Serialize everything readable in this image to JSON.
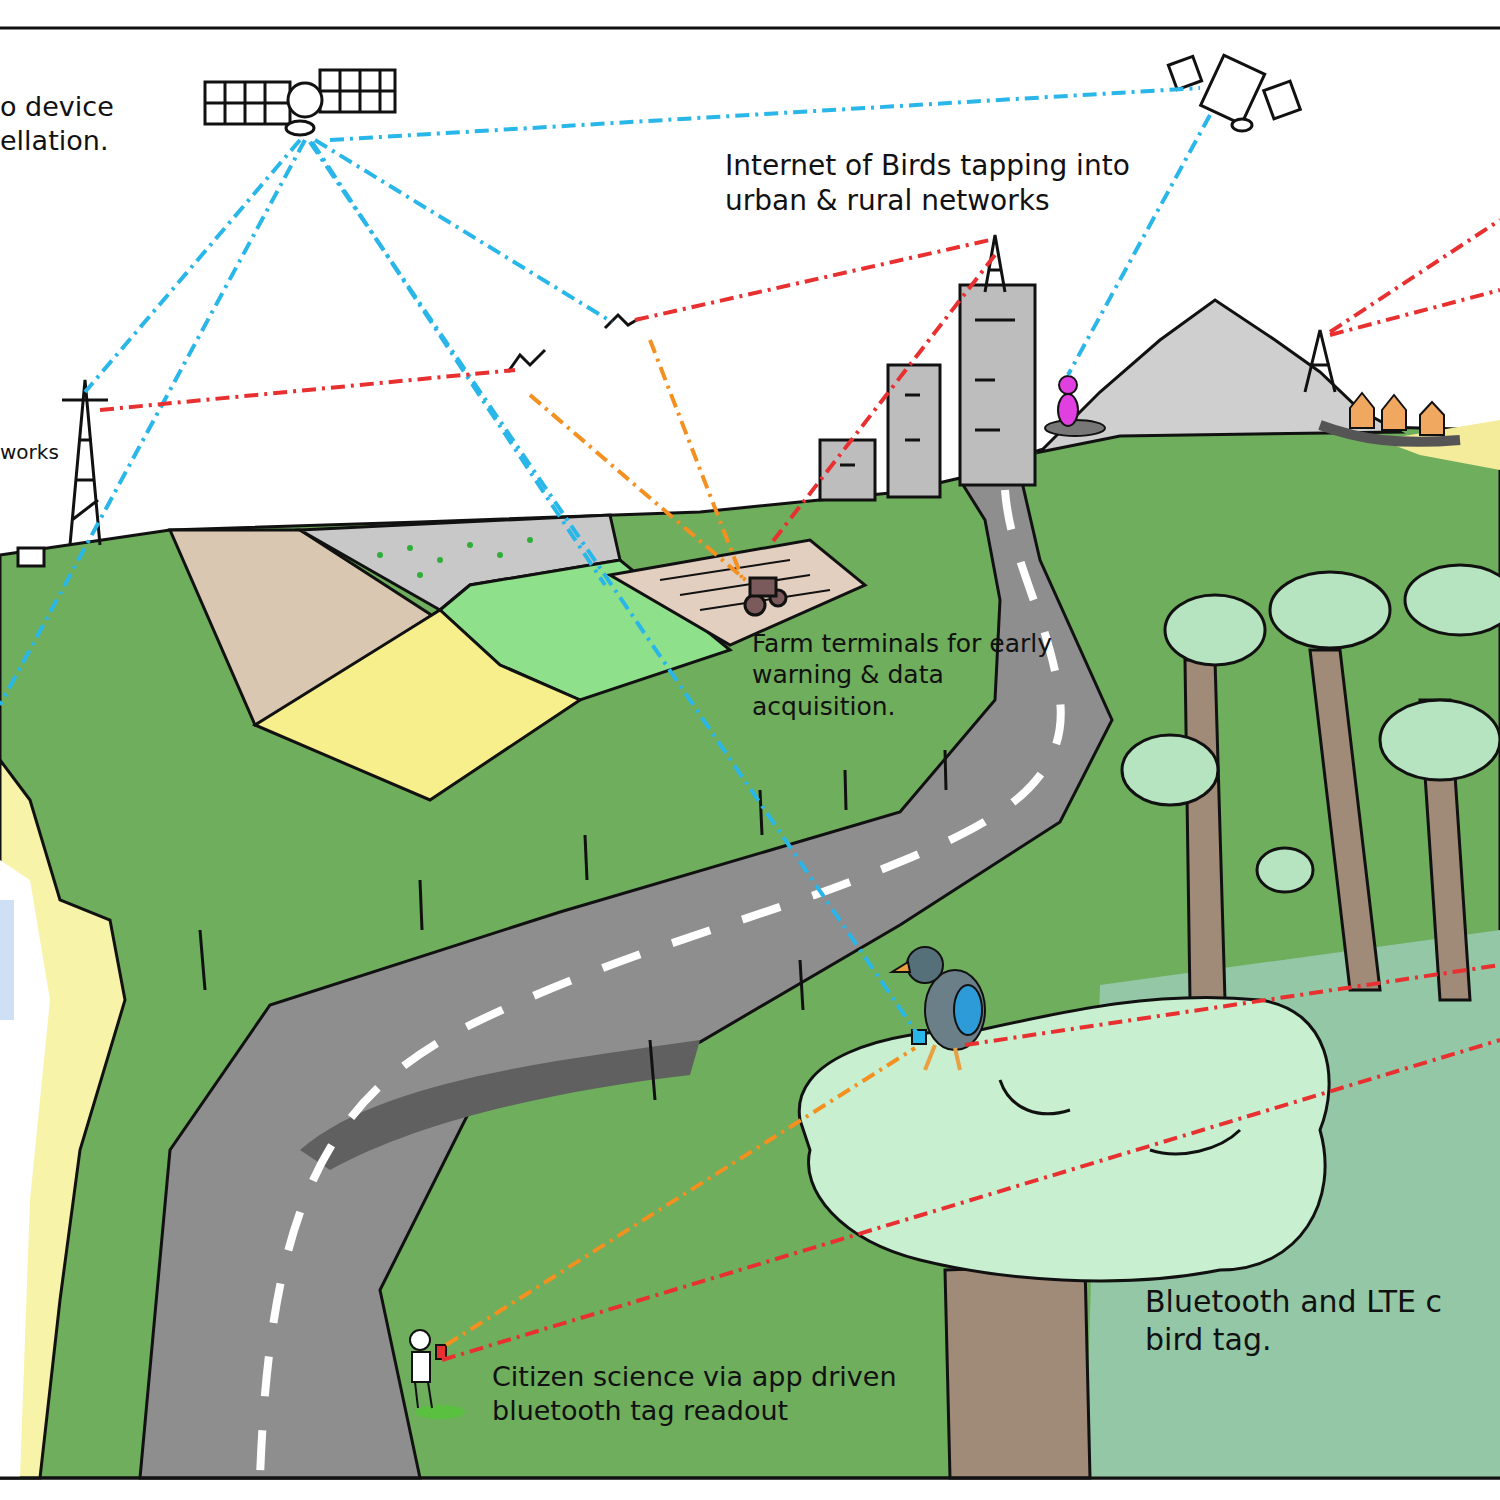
{
  "diagram": {
    "labels": [
      "o device ellation.",
      "works",
      "Internet of Birds tapping into urban & rural networks",
      "Farm terminals for early warning & data acquisition.",
      "Citizen science via app driven bluetooth tag readout",
      "Bluetooth and LTE c bird tag."
    ]
  }
}
